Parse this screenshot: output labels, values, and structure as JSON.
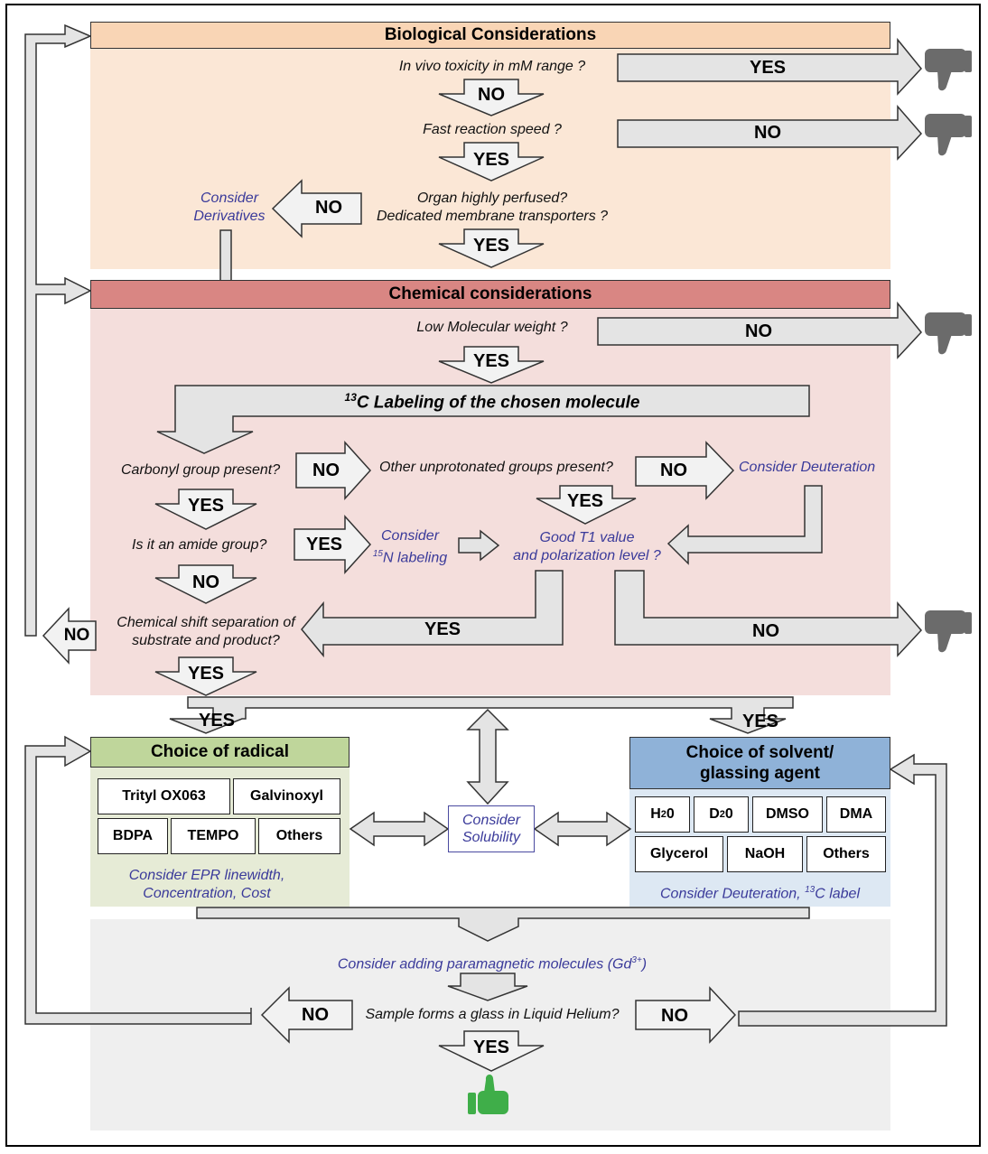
{
  "sections": {
    "biological": "Biological Considerations",
    "chemical": "Chemical considerations",
    "radical": "Choice of radical",
    "solvent_1": "Choice of solvent/",
    "solvent_2": "glassing agent"
  },
  "questions": {
    "toxicity": "In  vivo toxicity in mM range ?",
    "speed": "Fast reaction speed ?",
    "organ_1": "Organ highly perfused?",
    "organ_2": "Dedicated membrane transporters ?",
    "mw": "Low Molecular weight ?",
    "carbonyl": "Carbonyl group present?",
    "unprotonated": "Other unprotonated groups present?",
    "amide": "Is  it an amide group?",
    "shift_1": "Chemical shift separation of",
    "shift_2": "substrate and product?",
    "glass": "Sample forms a glass in Liquid Helium?"
  },
  "notes": {
    "derivatives_1": "Consider",
    "derivatives_2": "Derivatives",
    "deuteration": "Consider Deuteration",
    "n15_1": "Consider",
    "n15_2_sup": "15",
    "n15_2": "N labeling",
    "t1_1": "Good T1 value",
    "t1_2": "and polarization level ?",
    "epr_1": "Consider EPR linewidth,",
    "epr_2": "Concentration, Cost",
    "solubility_1": "Consider",
    "solubility_2": "Solubility",
    "deut_label_a": "Consider Deuteration, ",
    "deut_label_sup": "13",
    "deut_label_b": "C label",
    "paramag_a": "Consider adding paramagnetic molecules (Gd",
    "paramag_sup": "3+",
    "paramag_b": ")"
  },
  "labeling": {
    "sup": "13",
    "text": "C Labeling of the chosen molecule"
  },
  "answers": {
    "yes": "YES",
    "no": "NO"
  },
  "radicals": [
    "Trityl OX063",
    "Galvinoxyl",
    "BDPA",
    "TEMPO",
    "Others"
  ],
  "solvents": [
    {
      "base": "H",
      "sub": "2",
      "rest": "0"
    },
    {
      "base": "D",
      "sub": "2",
      "rest": "0"
    },
    {
      "base": "DMSO",
      "sub": "",
      "rest": ""
    },
    {
      "base": "DMA",
      "sub": "",
      "rest": ""
    },
    {
      "base": "Glycerol",
      "sub": "",
      "rest": ""
    },
    {
      "base": "NaOH",
      "sub": "",
      "rest": ""
    },
    {
      "base": "Others",
      "sub": "",
      "rest": ""
    }
  ],
  "icons": {
    "thumbs_down": "thumbs-down-icon",
    "thumbs_up": "thumbs-up-icon"
  },
  "colors": {
    "biological_bg": "#fbe7d6",
    "biological_hdr": "#f9d5b5",
    "chemical_bg": "#f4dedc",
    "chemical_hdr": "#d98683",
    "radical_bg": "#e6ebd6",
    "radical_hdr": "#bfd69b",
    "solvent_bg": "#dde8f3",
    "solvent_hdr": "#8fb2d8",
    "final_bg": "#efefef",
    "arrow_fill": "#dcdcdc",
    "note_text": "#3a3a9a",
    "thumb_down": "#6b6b6b",
    "thumb_up": "#3fae49"
  }
}
